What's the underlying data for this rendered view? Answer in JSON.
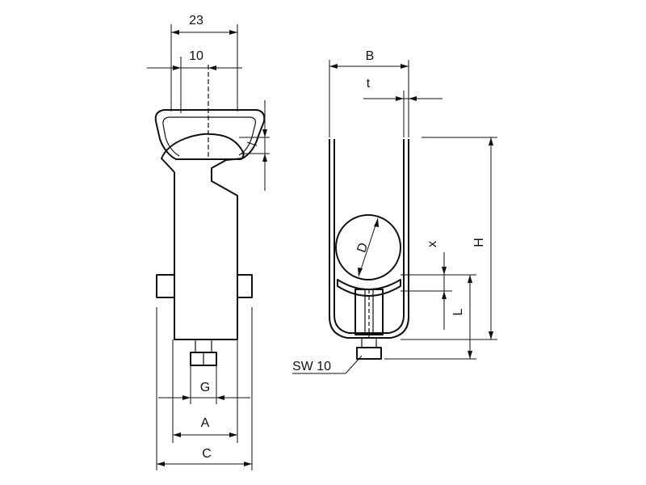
{
  "diagram": {
    "front_view": {
      "dim_23": "23",
      "dim_10": "10",
      "dim_G": "G",
      "dim_A": "A",
      "dim_C": "C"
    },
    "side_view": {
      "dim_B": "B",
      "dim_t": "t",
      "dim_D": "D",
      "dim_x": "x",
      "dim_L": "L",
      "dim_H": "H",
      "label_SW": "SW 10"
    }
  }
}
